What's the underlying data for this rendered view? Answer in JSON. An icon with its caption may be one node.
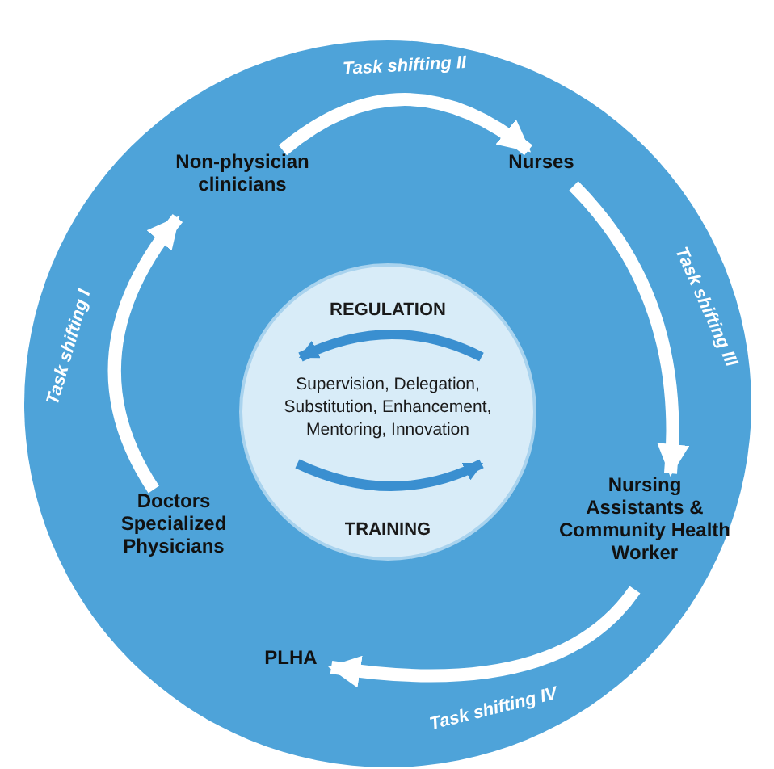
{
  "diagram": {
    "nodes": [
      {
        "text": [],
        "shape": "circle"
      },
      {
        "text": [
          "Non-physician clinicians"
        ],
        "in": 0
      },
      {
        "text": [
          "Nurses"
        ],
        "in": 0
      },
      {
        "text": [
          "REGULATION",
          "Supervision, Delegation, Substitution, Enhancement, Mentoring, Innovation",
          "TRAINING"
        ],
        "in": 0
      },
      {
        "text": [
          "Doctors Specialized Physicians"
        ],
        "in": 0
      },
      {
        "text": [
          "Nursing Assistants & Community Health Worker"
        ],
        "in": 0
      },
      {
        "text": [
          "PLHA"
        ],
        "in": 0
      }
    ],
    "edges": [
      {
        "from": 4,
        "to": 1,
        "arrow": "to",
        "label": "Task shifting I"
      },
      {
        "from": 1,
        "to": 2,
        "arrow": "to",
        "label": "Task shifting II"
      },
      {
        "from": 2,
        "to": 5,
        "arrow": "to",
        "label": "Task shifting III"
      },
      {
        "from": 5,
        "to": 6,
        "arrow": "to",
        "label": "Task shifting IV"
      }
    ]
  }
}
